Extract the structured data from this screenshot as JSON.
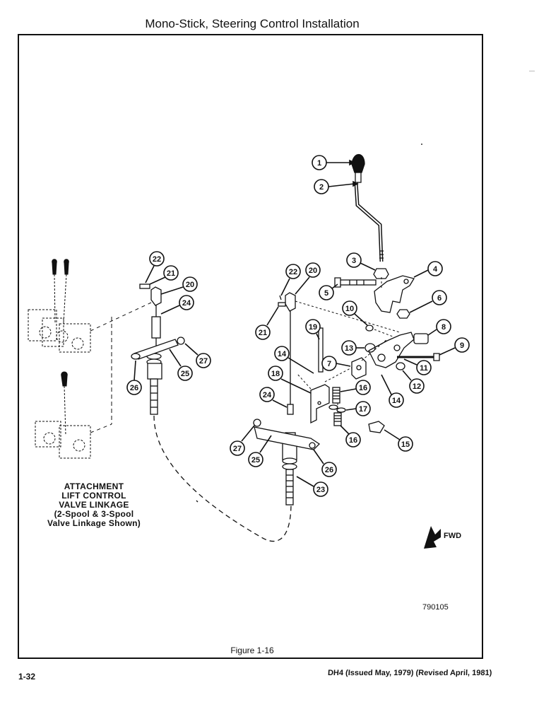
{
  "page": {
    "title": "Mono-Stick, Steering Control Installation",
    "page_number": "1-32",
    "document_ref": "DH4 (Issued May, 1979) (Revised April, 1981)"
  },
  "figure": {
    "caption": "Figure 1-16",
    "figure_number": "790105",
    "forward_label": "FWD",
    "attachment_label": [
      "ATTACHMENT",
      "LIFT CONTROL",
      "VALVE LINKAGE",
      "(2-Spool & 3-Spool",
      "Valve Linkage Shown)"
    ],
    "callouts": [
      "1",
      "2",
      "3",
      "4",
      "5",
      "6",
      "7",
      "8",
      "9",
      "10",
      "11",
      "12",
      "13",
      "14",
      "15",
      "16",
      "17",
      "18",
      "19",
      "20",
      "21",
      "22",
      "23",
      "24",
      "25",
      "26",
      "27"
    ]
  }
}
